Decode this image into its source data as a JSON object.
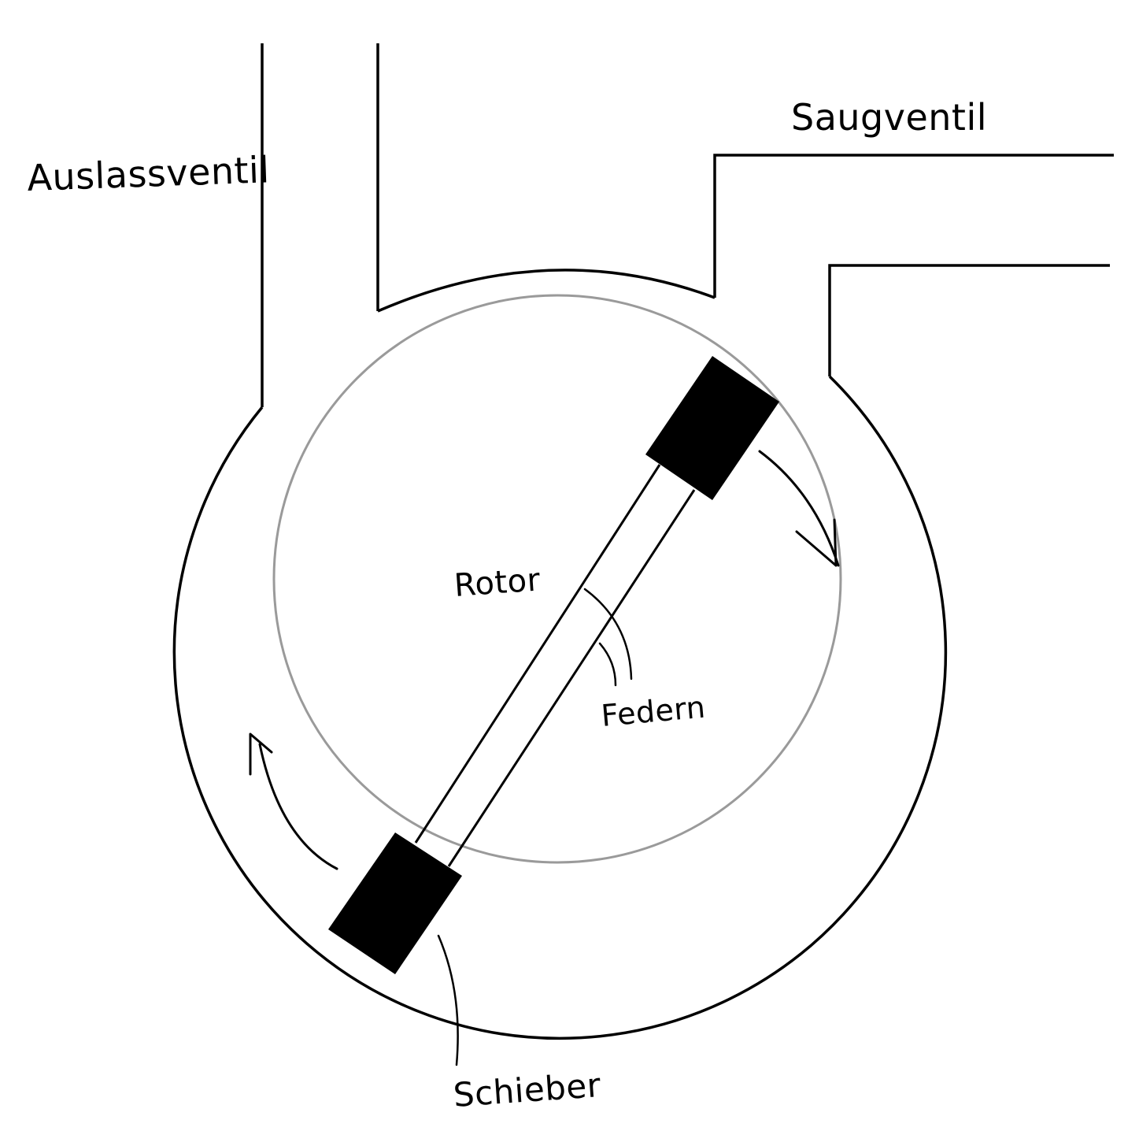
{
  "labels": {
    "outlet_valve": "Auslassventil",
    "intake_valve": "Saugventil",
    "rotor": "Rotor",
    "springs": "Federn",
    "vane": "Schieber"
  },
  "colors": {
    "line": "#000000",
    "rotor_outline": "#9a9a9a",
    "background": "#ffffff"
  }
}
